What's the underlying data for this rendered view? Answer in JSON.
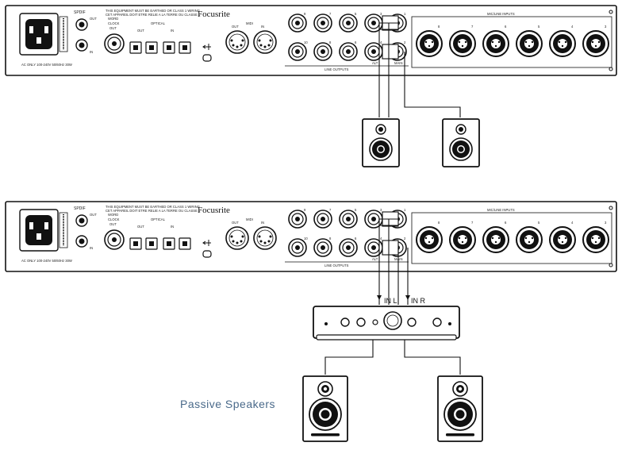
{
  "unit": {
    "brand": "Focusrite",
    "spdif_label": "SPDIF",
    "out_label": "OUT",
    "in_label": "IN",
    "word_clock_label": [
      "WORD",
      "CLOCK",
      "OUT"
    ],
    "optical_label": "OPTICAL",
    "midi_label": "MIDI",
    "midi_out": "OUT",
    "midi_in": "IN",
    "line_outputs_label": "LINE OUTPUTS",
    "mic_inputs_label": "MIC/LINE INPUTS",
    "power_rating": "AC ONLY 100-240V 50/60Hz 30W",
    "warning_text": [
      "THIS EQUIPMENT MUST BE EARTHED OR CLASS 1 WIRING",
      "CET APPAREIL DOIT ETRE RELIE A LA TERRE OU CLASSE 1"
    ],
    "alt_label": "ALT",
    "main_label": "MAIN",
    "line_out_numbers_top": [
      "9",
      "7",
      "5",
      "3",
      "1"
    ],
    "line_out_numbers_bottom": [
      "10",
      "8",
      "6",
      "4",
      "2"
    ],
    "mic_input_numbers": [
      "8",
      "7",
      "6",
      "5",
      "4",
      "3"
    ]
  },
  "amp": {
    "in_left": "IN L",
    "in_right": "IN R"
  },
  "caption": "Passive Speakers"
}
